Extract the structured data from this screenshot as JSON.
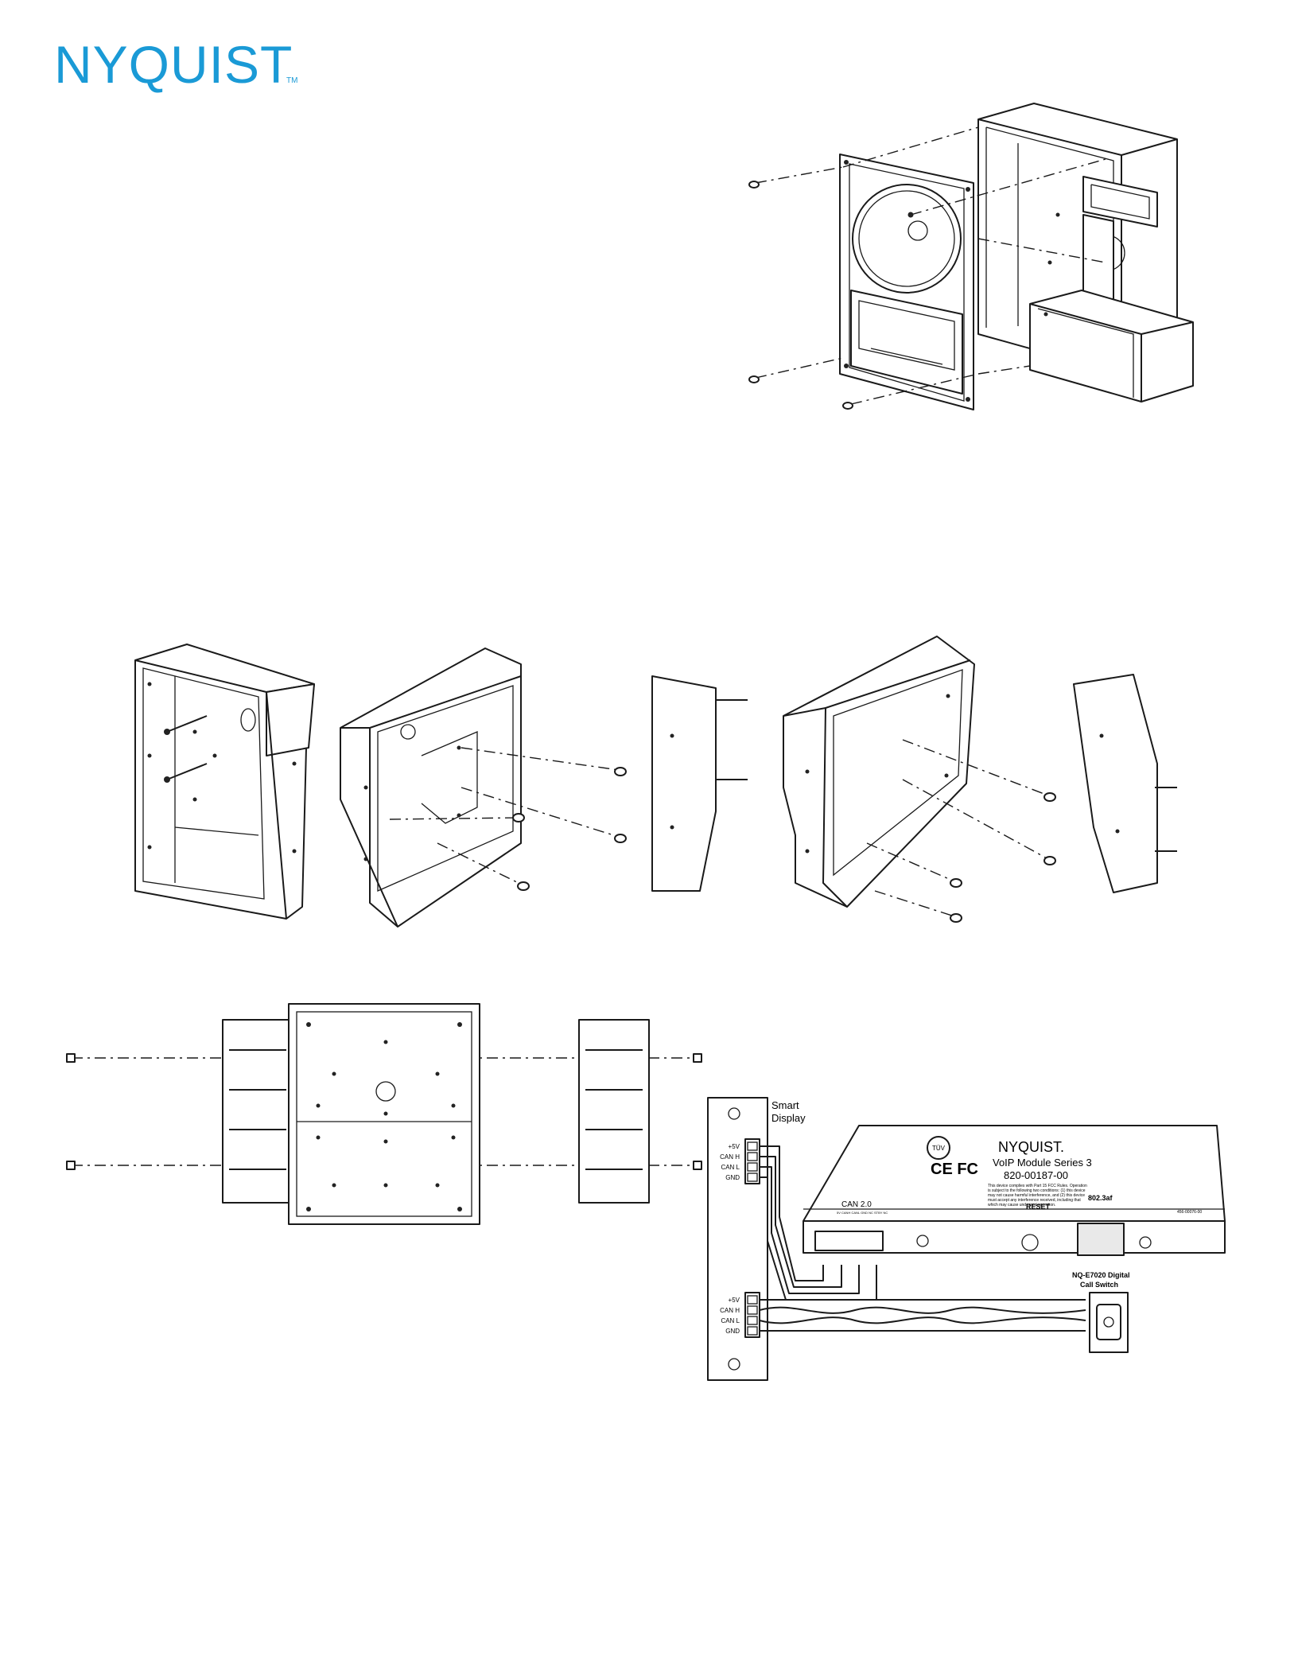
{
  "brand": {
    "name": "NYQUIST",
    "trademark": "TM",
    "color": "#1a9ad6"
  },
  "wiring": {
    "panel_top_title_line1": "Smart",
    "panel_top_title_line2": "Display",
    "pins": [
      "+5V",
      "CAN H",
      "CAN L",
      "GND"
    ],
    "switch_label_line1": "NQ-E7020 Digital",
    "switch_label_line2": "Call Switch"
  },
  "module": {
    "brand": "NYQUIST.",
    "model": "VoIP Module Series 3",
    "part_number": "820-00187-00",
    "compliance_text": [
      "This device complies with Part 15 FCC Rules. Operation",
      "is subject to the following two conditions: (1) this device",
      "may not cause harmful interference, and (2) this device",
      "must accept any interference received, including that",
      "which may cause undesired operation."
    ],
    "ce_fc_marks": "CE FC",
    "tuv_mark": "TÜV",
    "can_label": "CAN 2.0",
    "can_pins": "5V CANH CANL GND NC STBY NC",
    "reset_label": "RESET",
    "network_label": "802.3af",
    "serial_label": "456-00076-00"
  }
}
